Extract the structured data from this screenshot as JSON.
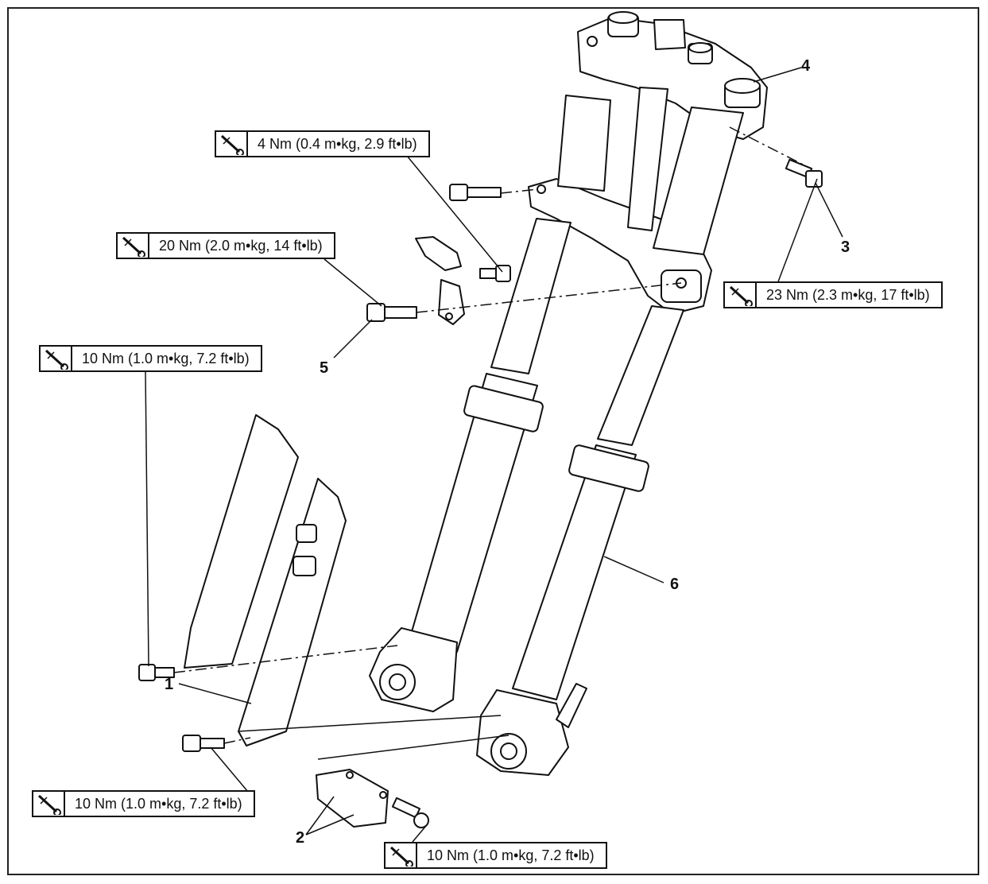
{
  "torque_specs": [
    {
      "id": "t1",
      "text": "4 Nm (0.4 m•kg, 2.9 ft•lb)",
      "icon": "torque-wrench-icon"
    },
    {
      "id": "t2",
      "text": "20 Nm (2.0 m•kg, 14 ft•lb)",
      "icon": "torque-wrench-icon"
    },
    {
      "id": "t3",
      "text": "23 Nm (2.3 m•kg, 17 ft•lb)",
      "icon": "torque-wrench-icon"
    },
    {
      "id": "t4",
      "text": "10 Nm (1.0 m•kg, 7.2 ft•lb)",
      "icon": "torque-wrench-icon"
    },
    {
      "id": "t5",
      "text": "10 Nm (1.0 m•kg, 7.2 ft•lb)",
      "icon": "torque-wrench-icon"
    },
    {
      "id": "t6",
      "text": "10 Nm (1.0 m•kg, 7.2 ft•lb)",
      "icon": "torque-wrench-icon"
    }
  ],
  "callouts": {
    "c1": "1",
    "c2": "2",
    "c3": "3",
    "c4": "4",
    "c5": "5",
    "c6": "6"
  }
}
